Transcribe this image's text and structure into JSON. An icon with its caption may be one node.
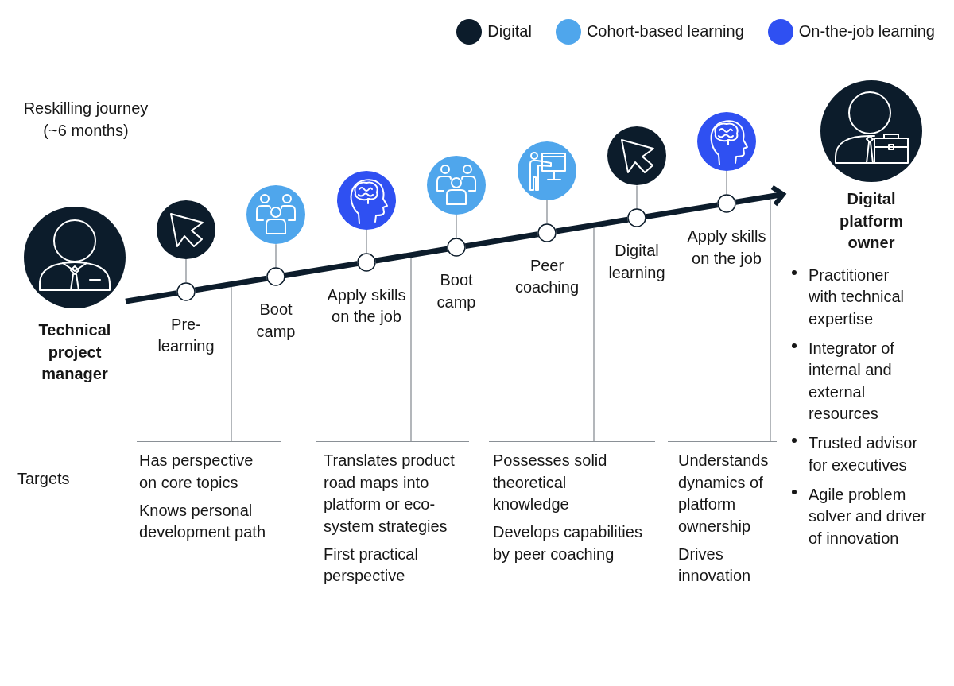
{
  "diagram": {
    "nodes": [
      {
        "text": [
          "Technical project manager"
        ]
      },
      {
        "text": [],
        "shape": "circle"
      },
      {
        "text": [],
        "shape": "circle",
        "beside": [
          "Pre-learning"
        ]
      },
      {
        "text": [],
        "shape": "circle"
      },
      {
        "text": [],
        "shape": "circle",
        "beside": [
          "Boot camp"
        ]
      },
      {
        "text": [],
        "shape": "circle"
      },
      {
        "text": [],
        "shape": "circle",
        "beside": [
          "Apply skills on the job"
        ]
      },
      {
        "text": [],
        "shape": "circle"
      },
      {
        "text": [],
        "shape": "circle",
        "beside": [
          "Boot camp"
        ]
      },
      {
        "text": [],
        "shape": "circle"
      },
      {
        "text": [],
        "shape": "circle",
        "beside": [
          "Peer coaching"
        ]
      },
      {
        "text": [],
        "shape": "circle"
      },
      {
        "text": [],
        "shape": "circle",
        "beside": [
          "Digital learning"
        ]
      },
      {
        "text": [],
        "shape": "circle"
      },
      {
        "text": [],
        "shape": "circle",
        "beside": [
          "Apply skills on the job"
        ]
      },
      {
        "text": [
          "Digital platform owner",
          "Practitioner with technical expertise",
          "Integrator of internal and external resources",
          "Trusted advisor for executives",
          "Agile problem solver and driver of innovation"
        ]
      },
      {
        "text": [
          "Has perspective on core topics",
          "Knows personal development path"
        ]
      },
      {
        "text": [
          "Translates product road maps into platform or eco-system strategies",
          "First practical perspective"
        ]
      },
      {
        "text": [
          "Possesses solid theoretical knowledge",
          "Develops capabilities by peer coaching"
        ]
      },
      {
        "text": [
          "Understands dynamics of platform ownership",
          "Drives innovation"
        ]
      }
    ],
    "edges": [
      {
        "from": 0,
        "to": 2,
        "arrow": "none",
        "style": "thick",
        "color": "#0c1c2b"
      },
      {
        "from": 2,
        "to": 4,
        "arrow": "none",
        "style": "thick",
        "color": "#0c1c2b"
      },
      {
        "from": 4,
        "to": 6,
        "arrow": "none",
        "style": "thick",
        "color": "#0c1c2b"
      },
      {
        "from": 6,
        "to": 8,
        "arrow": "none",
        "style": "thick",
        "color": "#0c1c2b"
      },
      {
        "from": 8,
        "to": 10,
        "arrow": "none",
        "style": "thick",
        "color": "#0c1c2b"
      },
      {
        "from": 10,
        "to": 12,
        "arrow": "none",
        "style": "thick",
        "color": "#0c1c2b"
      },
      {
        "from": 12,
        "to": 14,
        "arrow": "none",
        "style": "thick",
        "color": "#0c1c2b"
      },
      {
        "from": 14,
        "to": 15,
        "arrow": "to",
        "style": "thick",
        "color": "#0c1c2b"
      },
      {
        "from": 1,
        "to": 2,
        "arrow": "none"
      },
      {
        "from": 3,
        "to": 4,
        "arrow": "none"
      },
      {
        "from": 5,
        "to": 6,
        "arrow": "none"
      },
      {
        "from": 7,
        "to": 8,
        "arrow": "none"
      },
      {
        "from": 9,
        "to": 10,
        "arrow": "none"
      },
      {
        "from": 11,
        "to": 12,
        "arrow": "none"
      },
      {
        "from": 13,
        "to": 14,
        "arrow": "none"
      },
      {
        "from": null,
        "to": 16,
        "arrow": "none"
      },
      {
        "from": null,
        "to": 17,
        "arrow": "none"
      },
      {
        "from": null,
        "to": 18,
        "arrow": "none"
      },
      {
        "from": null,
        "to": 19,
        "arrow": "none"
      }
    ],
    "labels": [
      "Reskilling journey (~6 months)",
      "Targets"
    ],
    "legend": [
      {
        "text": "Digital",
        "color": "#0c1c2b"
      },
      {
        "text": "Cohort-based learning",
        "color": "#4fa6ec"
      },
      {
        "text": "On-the-job learning",
        "color": "#2f50f2"
      }
    ]
  }
}
